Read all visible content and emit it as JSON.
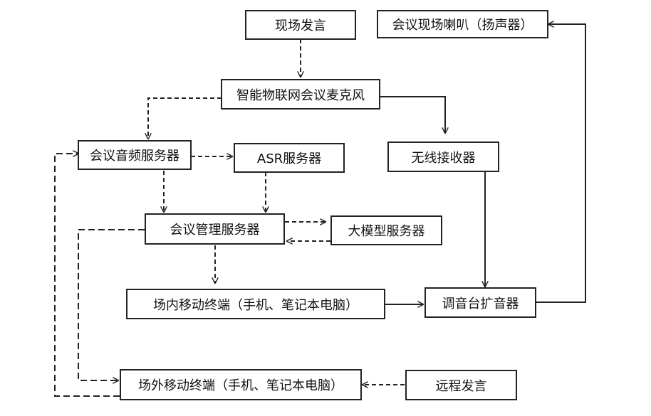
{
  "nodes": {
    "onsite_speech": "现场发言",
    "venue_speaker": "会议现场喇叭（扬声器）",
    "iot_microphone": "智能物联网会议麦克风",
    "audio_server": "会议音频服务器",
    "asr_server": "ASR服务器",
    "wireless_receiver": "无线接收器",
    "management_server": "会议管理服务器",
    "large_model_server": "大模型服务器",
    "onsite_terminal": "场内移动终端（手机、笔记本电脑）",
    "mixer_amplifier": "调音台扩音器",
    "offsite_terminal": "场外移动终端（手机、笔记本电脑）",
    "remote_speech": "远程发言"
  },
  "edges": [
    {
      "from": "onsite_speech",
      "to": "iot_microphone",
      "style": "dashed"
    },
    {
      "from": "iot_microphone",
      "to": "audio_server",
      "style": "dashed"
    },
    {
      "from": "iot_microphone",
      "to": "wireless_receiver",
      "style": "solid"
    },
    {
      "from": "audio_server",
      "to": "asr_server",
      "style": "dashed"
    },
    {
      "from": "audio_server",
      "to": "management_server",
      "style": "dashed"
    },
    {
      "from": "asr_server",
      "to": "management_server",
      "style": "dashed"
    },
    {
      "from": "management_server",
      "to": "large_model_server",
      "style": "dashed"
    },
    {
      "from": "large_model_server",
      "to": "management_server",
      "style": "dashed"
    },
    {
      "from": "management_server",
      "to": "onsite_terminal",
      "style": "dashed"
    },
    {
      "from": "management_server",
      "to": "offsite_terminal",
      "style": "dashed"
    },
    {
      "from": "wireless_receiver",
      "to": "mixer_amplifier",
      "style": "solid"
    },
    {
      "from": "onsite_terminal",
      "to": "mixer_amplifier",
      "style": "solid"
    },
    {
      "from": "mixer_amplifier",
      "to": "venue_speaker",
      "style": "solid"
    },
    {
      "from": "remote_speech",
      "to": "offsite_terminal",
      "style": "dashed"
    },
    {
      "from": "offsite_terminal",
      "to": "audio_server",
      "style": "dashed"
    }
  ]
}
